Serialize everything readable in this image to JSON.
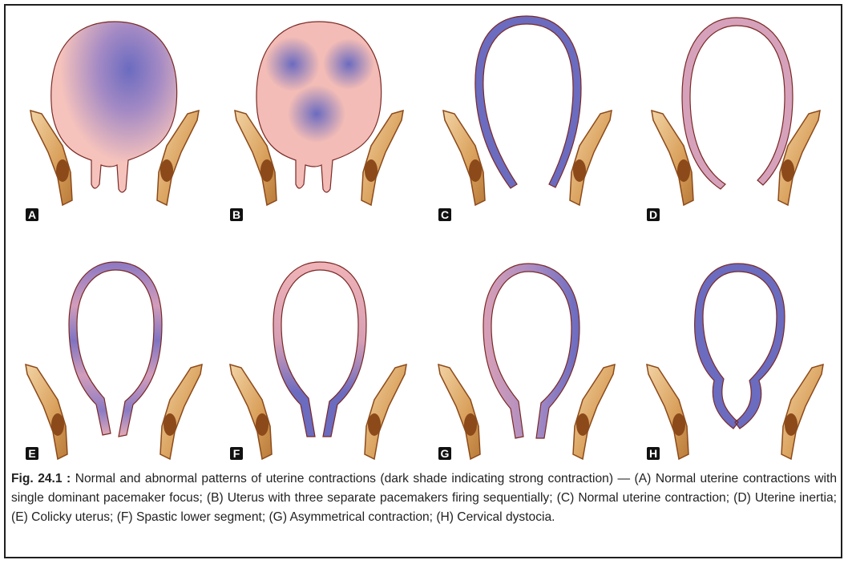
{
  "panels": [
    {
      "id": "A",
      "shape": "full",
      "shading": "single-dominant-focus"
    },
    {
      "id": "B",
      "shape": "full",
      "shading": "three-separate-foci"
    },
    {
      "id": "C",
      "shape": "thin-wall",
      "shading": "uniform-strong"
    },
    {
      "id": "D",
      "shape": "thin-wall",
      "shading": "weak"
    },
    {
      "id": "E",
      "shape": "thin-wall",
      "shading": "patchy"
    },
    {
      "id": "F",
      "shape": "thin-wall",
      "shading": "lower-segment-strong"
    },
    {
      "id": "G",
      "shape": "thin-wall",
      "shading": "asymmetric"
    },
    {
      "id": "H",
      "shape": "constricted-wall",
      "shading": "strong"
    }
  ],
  "caption": {
    "label": "Fig. 24.1 :",
    "text": "Normal and abnormal patterns of uterine contractions (dark shade indicating strong contraction) — (A) Normal uterine contractions with single dominant pacemaker focus; (B) Uterus with three separate pacemakers firing sequentially; (C) Normal uterine contraction; (D) Uterine inertia; (E) Colicky uterus; (F) Spastic lower segment; (G) Asymmetrical contraction; (H) Cervical dystocia."
  },
  "colors": {
    "strong": "#6b6bc0",
    "weak": "#f3b8b2",
    "outline": "#7a2a25",
    "bone": "#d9a05b",
    "bone_dark": "#8c4a1a"
  }
}
